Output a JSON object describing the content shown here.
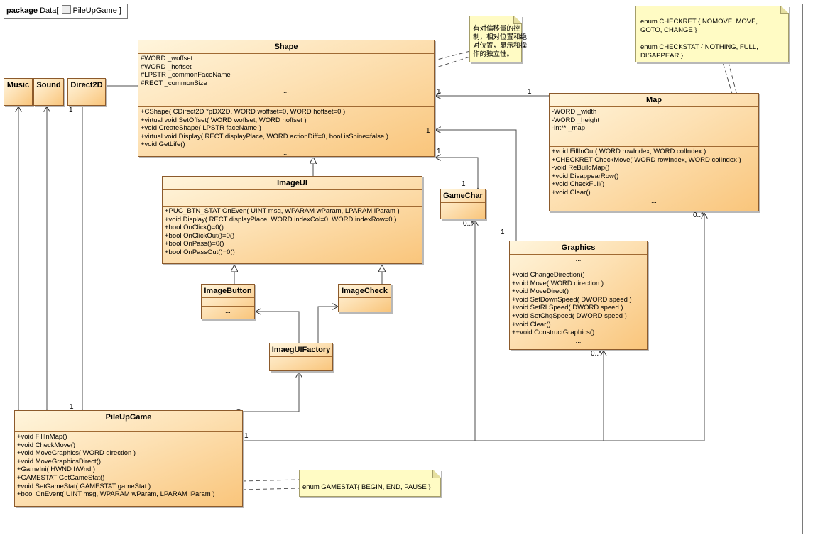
{
  "frame": {
    "keyword": "package",
    "name": "Data",
    "diagram": "PileUpGame"
  },
  "classes": {
    "shape": {
      "name": "Shape",
      "attributes": [
        "#WORD _woffset",
        "#WORD _hoffset",
        "#LPSTR _commonFaceName",
        "#RECT _commonSize",
        "..."
      ],
      "operations": [
        "+CShape( CDirect2D *pDX2D, WORD woffset=0, WORD hoffset=0 )",
        "+virtual void SetOffset( WORD woffset, WORD hoffset )",
        "+void CreateShape( LPSTR faceName )",
        "+virtual void Display( RECT displayPlace, WORD actionDiff=0, bool isShine=false )",
        "+void GetLife()",
        "..."
      ]
    },
    "music": {
      "name": "Music"
    },
    "sound": {
      "name": "Sound"
    },
    "direct2d": {
      "name": "Direct2D"
    },
    "map": {
      "name": "Map",
      "attributes": [
        "-WORD _width",
        "-WORD _height",
        "-int** _map",
        "..."
      ],
      "operations": [
        "+void FillInOut( WORD rowIndex, WORD colIndex )",
        "+CHECKRET CheckMove( WORD rowIndex, WORD colIndex )",
        "-void ReBuildMap()",
        "+void DisappearRow()",
        "+void CheckFull()",
        "+void Clear()",
        "..."
      ]
    },
    "imageui": {
      "name": "ImageUI",
      "operations": [
        "+PUG_BTN_STAT OnEven( UINT msg, WPARAM wParam, LPARAM lParam )",
        "+void Display( RECT displayPlace, WORD indexCol=0, WORD indexRow=0 )",
        "+bool OnClick()=0()",
        "+bool OnClickOut()=0()",
        "+bool OnPass()=0()",
        "+bool OnPassOut()=0()"
      ]
    },
    "gamechar": {
      "name": "GameChar"
    },
    "graphics": {
      "name": "Graphics",
      "attributes": [
        "..."
      ],
      "operations": [
        "+void ChangeDirection()",
        "+void Move( WORD direction )",
        "+void MoveDirect()",
        "+void SetDownSpeed( DWORD speed )",
        "+void SetRLSpeed( DWORD speed )",
        "+void SetChgSpeed( DWORD speed )",
        "+void Clear()",
        "++void ConstructGraphics()",
        "..."
      ]
    },
    "imagebutton": {
      "name": "ImageButton",
      "attributes": [
        "..."
      ]
    },
    "imagecheck": {
      "name": "ImageCheck",
      "attributes": [
        "..."
      ]
    },
    "factory": {
      "name": "ImaegUIFactory"
    },
    "pileupgame": {
      "name": "PileUpGame",
      "operations": [
        "+void FillInMap()",
        "+void CheckMove()",
        "+void MoveGraphics( WORD direction )",
        "+void MoveGraphicsDirect()",
        "+GameIni( HWND hWnd )",
        "+GAMESTAT GetGameStat()",
        "+void SetGameStat( GAMESTAT gameStat )",
        "+bool OnEvent( UINT msg, WPARAM wParam, LPARAM lParam )"
      ]
    }
  },
  "notes": {
    "shape_note": [
      "有对偏移量的控",
      "制，相对位置和绝",
      "对位置，显示和操",
      "作的独立性。"
    ],
    "map_note": [
      "enum CHECKRET { NOMOVE, MOVE,",
      "GOTO, CHANGE }",
      "",
      "enum CHECKSTAT { NOTHING, FULL,",
      "DISAPPEAR }"
    ],
    "game_note": [
      "enum GAMESTAT{ BEGIN, END, PAUSE }"
    ]
  },
  "multiplicities": {
    "shape_map": "1",
    "map_shape": "1",
    "shape_graphics": "1",
    "shape_gamechar": "1",
    "gamechar_top": "1",
    "gamechar_bottom": "0..*",
    "graphics_top": "1",
    "graphics_bottom": "0..*",
    "map_bottom": "0..*",
    "direct2d": "1",
    "pileupgame_direct2d": "1",
    "pileupgame_right": "1"
  },
  "colors": {
    "class_fill_light": "#fff5dc",
    "class_fill_dark": "#f9c57b",
    "class_border": "#8c5a2b",
    "note_fill": "#fffbc4",
    "line": "#4d4d4d"
  }
}
